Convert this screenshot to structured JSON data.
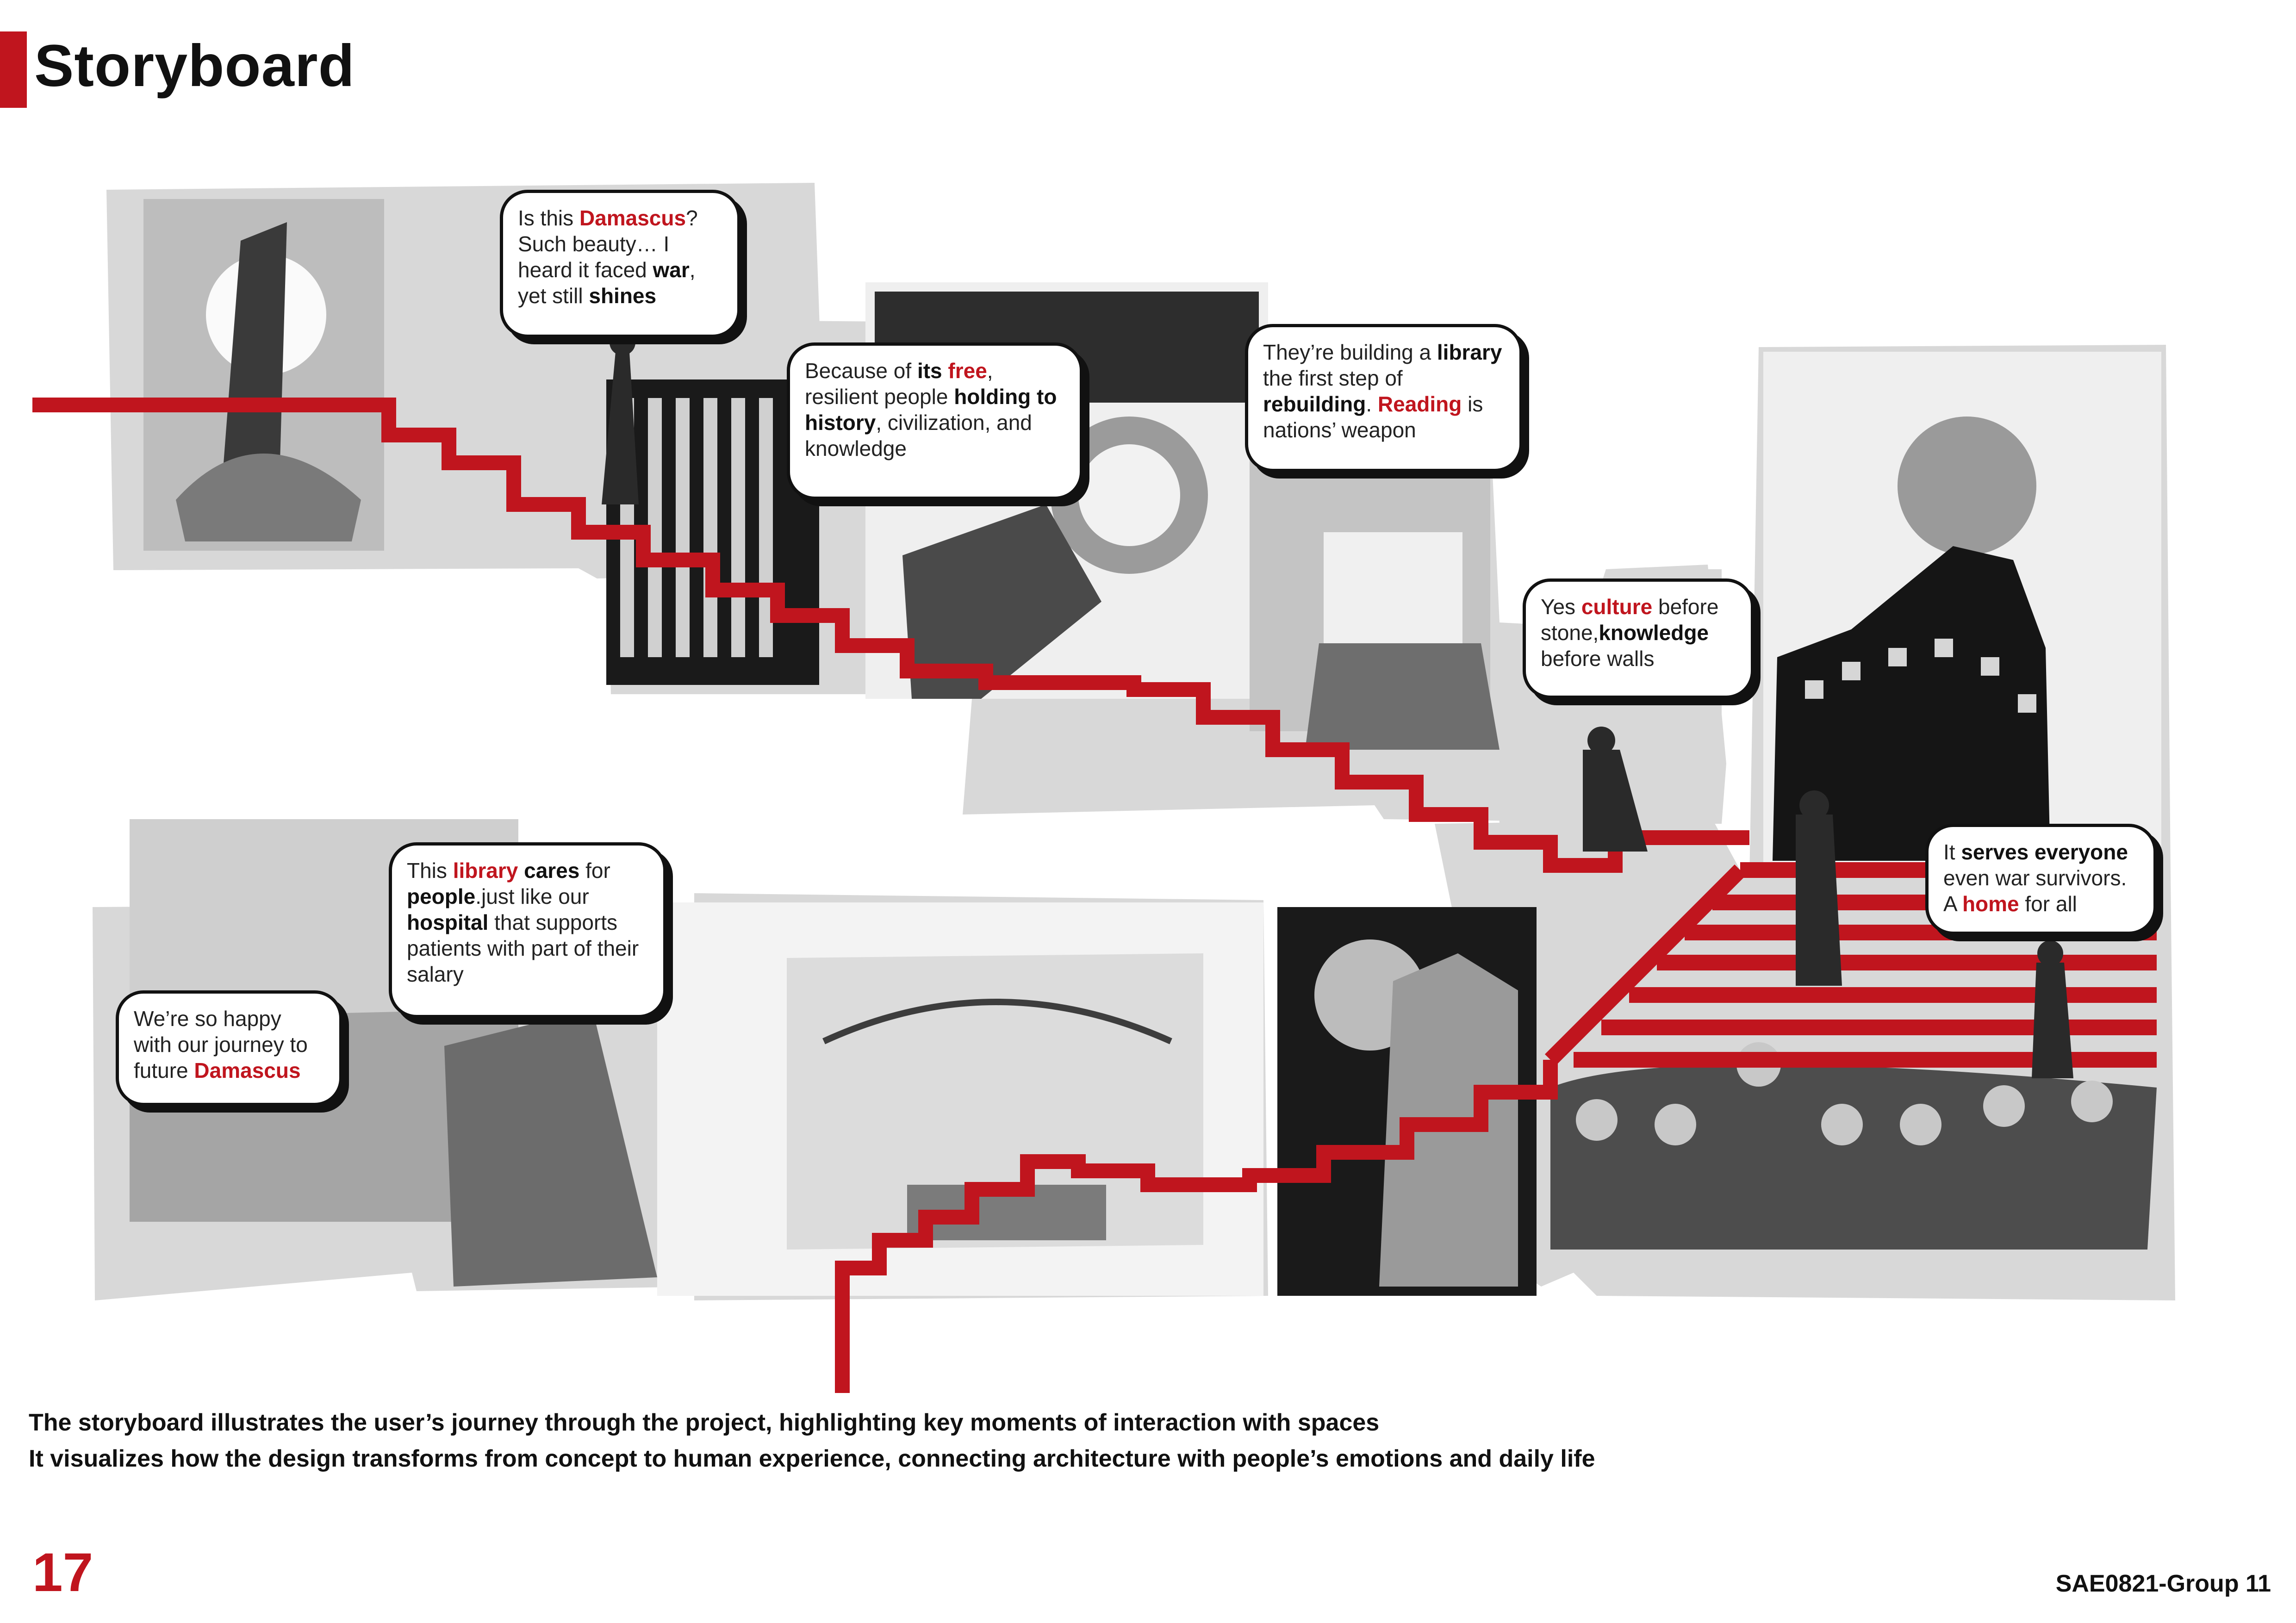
{
  "header": {
    "title": "Storyboard"
  },
  "collage": {
    "stair_color": "#c0151e",
    "photo_grey": "#d9d9d9"
  },
  "bubbles": [
    {
      "id": "damascus",
      "segments": [
        {
          "t": "Is this "
        },
        {
          "t": "Damascus",
          "s": "hl"
        },
        {
          "t": "? Such beauty… I heard it faced "
        },
        {
          "t": "war",
          "s": "b"
        },
        {
          "t": ", yet still "
        },
        {
          "t": "shines",
          "s": "b"
        }
      ]
    },
    {
      "id": "free",
      "segments": [
        {
          "t": "Because of "
        },
        {
          "t": "its ",
          "s": "b"
        },
        {
          "t": "free",
          "s": "hl"
        },
        {
          "t": ", resilient people "
        },
        {
          "t": "holding to history",
          "s": "b"
        },
        {
          "t": ", civilization, and knowledge"
        }
      ]
    },
    {
      "id": "library",
      "segments": [
        {
          "t": "They’re building a "
        },
        {
          "t": "library",
          "s": "b"
        },
        {
          "t": " the first step of "
        },
        {
          "t": "rebuilding",
          "s": "b"
        },
        {
          "t": ". "
        },
        {
          "t": "Reading",
          "s": "hl"
        },
        {
          "t": " is nations’ weapon"
        }
      ]
    },
    {
      "id": "culture",
      "segments": [
        {
          "t": "Yes "
        },
        {
          "t": "culture",
          "s": "hl"
        },
        {
          "t": " before stone,"
        },
        {
          "t": "knowledge",
          "s": "b"
        },
        {
          "t": " before walls"
        }
      ]
    },
    {
      "id": "everyone",
      "segments": [
        {
          "t": "It "
        },
        {
          "t": "serves everyone",
          "s": "b"
        },
        {
          "t": " even war survivors. A "
        },
        {
          "t": "home",
          "s": "hl"
        },
        {
          "t": " for all"
        }
      ]
    },
    {
      "id": "cares",
      "segments": [
        {
          "t": "This "
        },
        {
          "t": "library",
          "s": "hl"
        },
        {
          "t": " "
        },
        {
          "t": "cares",
          "s": "b"
        },
        {
          "t": " for "
        },
        {
          "t": "people",
          "s": "b"
        },
        {
          "t": ".just like our "
        },
        {
          "t": "hospital",
          "s": "b"
        },
        {
          "t": " that supports patients with part of their salary"
        }
      ]
    },
    {
      "id": "happy",
      "segments": [
        {
          "t": "We’re so happy with our journey to future "
        },
        {
          "t": "Damascus",
          "s": "hl"
        }
      ]
    }
  ],
  "caption": {
    "line1": "The storyboard illustrates the user’s journey through the project, highlighting key moments of interaction with spaces",
    "line2": "It visualizes how the design transforms from concept to human experience, connecting architecture with people’s emotions and daily life"
  },
  "footer": {
    "page_number": "17",
    "group": "SAE0821-Group 11"
  }
}
